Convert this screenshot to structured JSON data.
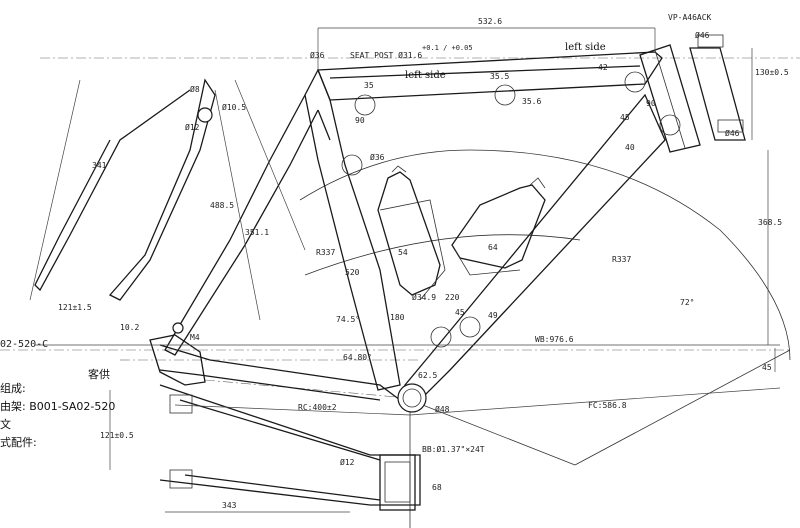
{
  "dimensions": {
    "top_tube": "532.6",
    "stack_label": "VP-A46ACK",
    "dia_36_tl": "Ø36",
    "seat_post": "SEAT POST Ø31.6",
    "seat_post_tol": "+0.1 / +0.05",
    "left_side_1": "left side",
    "left_side_2": "left side",
    "d35_a": "35",
    "d35_b": "35.5",
    "d90_a": "90",
    "d90_b": "90",
    "d35_6": "35.6",
    "d42": "42",
    "d45": "45",
    "d40": "40",
    "head_top": "Ø46",
    "head_bottom": "Ø46",
    "head_len": "130±0.5",
    "d36_mid": "Ø36",
    "r337_a": "R337",
    "r337_b": "R337",
    "d520": "520",
    "d180": "180",
    "d54": "54",
    "d64": "64",
    "d34_9": "Ø34.9",
    "d220": "220",
    "d45b": "45",
    "d49": "49",
    "ang74": "74.5°",
    "ang64": "64.80°",
    "ang72": "72°",
    "wb": "WB:976.6",
    "fc": "FC:586.8",
    "rc": "RC:400±2",
    "d625": "62.5",
    "d48": "Ø48",
    "bb": "BB:Ø1.37\"×24T",
    "d68": "68",
    "d368": "368.5",
    "d45c": "45",
    "d341": "341",
    "d488": "488.5",
    "d351": "351.1",
    "d10_5": "Ø10.5",
    "d10_2": "10.2",
    "d121a": "121±1.5",
    "d121b": "121±0.5",
    "d343": "343",
    "m4": "M4",
    "d8": "Ø8",
    "d12": "Ø12",
    "d12b": "Ø12"
  },
  "notes": {
    "line1": "02-520-C",
    "line2": "组成:",
    "line3": "由架: B001-SA02-520",
    "line4": "文",
    "line5": "式配件:",
    "client": "客供"
  }
}
